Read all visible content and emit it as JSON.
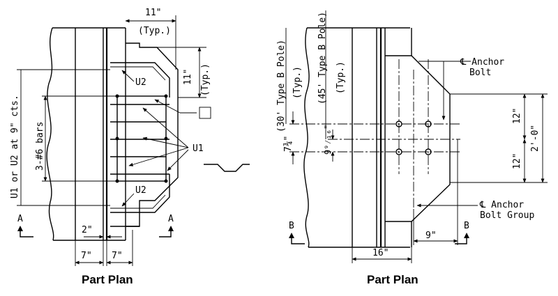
{
  "left_view": {
    "caption": "Part Plan",
    "dim_top": "11\"",
    "dim_top_note": "(Typ.)",
    "dim_right": "11\"",
    "dim_right_note": "(Typ.)",
    "bar_spacing": "U1 or U2 at 9\" cts.",
    "bars": "3-#6 bars",
    "mark_u2_top": "U2",
    "mark_u2_bottom": "U2",
    "mark_u1": "U1",
    "dim_2": "2\"",
    "dim_7a": "7\"",
    "dim_7b": "7\"",
    "section_left": "A",
    "section_right": "A"
  },
  "right_view": {
    "caption": "Part Plan",
    "pole_30": "(30' Type B Pole)",
    "pole_30_note": "(Typ.)",
    "pole_45": "(45' Type B Pole)",
    "pole_45_note": "(Typ.)",
    "dim_7_3_4": "7¾\"",
    "dim_9_9_16": "9⁹⁄₁₆\"",
    "anchor_bolt_1": "℄ Anchor",
    "anchor_bolt_2": "Bolt",
    "anchor_group_1": "℄ Anchor",
    "anchor_group_2": "Bolt Group",
    "dim_12a": "12\"",
    "dim_12b": "12\"",
    "dim_2_0": "2'-0\"",
    "dim_16": "16\"",
    "dim_9": "9\"",
    "section_left": "B",
    "section_right": "B"
  }
}
